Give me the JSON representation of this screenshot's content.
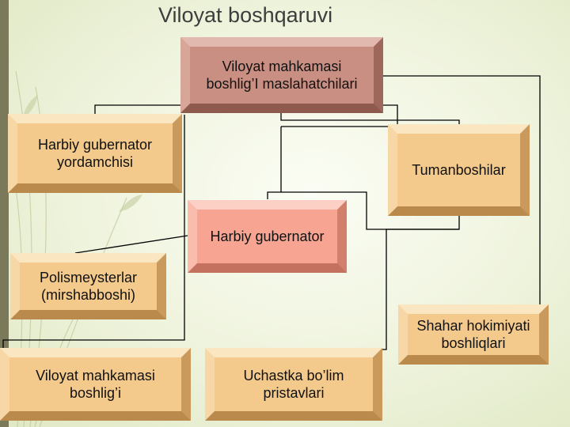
{
  "title": "Viloyat boshqaruvi",
  "nodes": {
    "head": "Viloyat mahkamasi boshlig’I maslahatchilari",
    "deputy": "Harbiy gubernator yordamchisi",
    "district_chiefs": "Tumanboshilar",
    "governor": "Harbiy gubernator",
    "police": "Polismeysterlar (mirshabboshi)",
    "city_heads": "Shahar hokimiyati boshliqlari",
    "office_head": "Viloyat mahkamasi boshlig’i",
    "bailiffs": "Uchastka bo’lim pristavlari"
  },
  "colors": {
    "gold": "#f3c98c",
    "rose": "#c98f82",
    "salmon": "#f7a592",
    "line": "#000000",
    "left_bar": "#7a7a5a"
  }
}
